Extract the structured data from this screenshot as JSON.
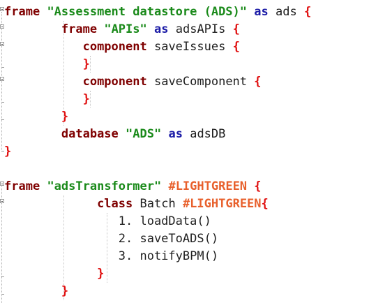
{
  "lines": {
    "l0": {
      "kw": "frame",
      "str": "\"Assessment datastore (ADS)\"",
      "as": "as",
      "id": "ads",
      "br": "{"
    },
    "l1": {
      "kw": "frame",
      "str": "\"APIs\"",
      "as": "as",
      "id": "adsAPIs",
      "br": "{"
    },
    "l2": {
      "kw": "component",
      "id": "saveIssues",
      "br": "{"
    },
    "l3": {
      "br": "}"
    },
    "l4": {
      "kw": "component",
      "id": "saveComponent",
      "br": "{"
    },
    "l5": {
      "br": "}"
    },
    "l6": {
      "br": "}"
    },
    "l7": {
      "kw": "database",
      "str": "\"ADS\"",
      "as": "as",
      "id": "adsDB"
    },
    "l8": {
      "br": "}"
    },
    "l10": {
      "kw": "frame",
      "str": "\"adsTransformer\"",
      "color": "#LIGHTGREEN",
      "br": "{"
    },
    "l11": {
      "kw": "class",
      "id": "Batch",
      "color": "#LIGHTGREEN",
      "br": "{"
    },
    "l12": {
      "text": "1. loadData()"
    },
    "l13": {
      "text": "2. saveToADS()"
    },
    "l14": {
      "text": "3. notifyBPM()"
    },
    "l15": {
      "br": "}"
    },
    "l16": {
      "br": "}"
    }
  }
}
